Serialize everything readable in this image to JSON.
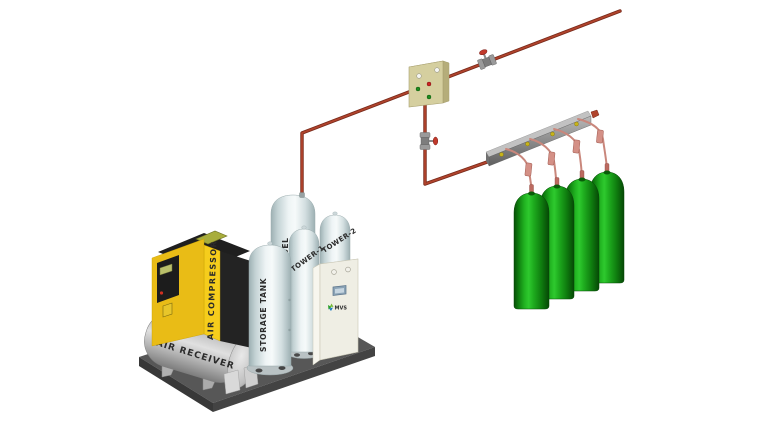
{
  "labels": {
    "air_compressor": "AIR COMPRESSOR",
    "air_receiver": "AIR RECEIVER",
    "storage_tank": "STORAGE TANK",
    "vessel": "ESSEL",
    "tower_1": "TOWER-1",
    "tower_2": "TOWER-2",
    "cabinet_logo": "MVS"
  },
  "equipment_counts": {
    "gas_cylinders": 4,
    "manifold_ports": 4,
    "filling_hoses": 4,
    "pipeline_valves": 2,
    "junction_box_lights_white": 2,
    "junction_box_lights_red": 1,
    "junction_box_lights_green": 2
  },
  "colors": {
    "pipe": "#b0432c",
    "pipe_dark": "#76291a",
    "hose": "#c9877c",
    "hose_fitting": "#d49086",
    "cylinder_green": "#1daa1d",
    "compressor_yellow": "#f6cd1c",
    "compressor_front_yellow": "#e9bc16",
    "compressor_dark": "#232323",
    "skid": "#575757",
    "control_box": "#d5cf9f",
    "cabinet": "#efeee4",
    "manifold": "#8c8c8c",
    "manifold_dot": "#c8b419",
    "valve_red": "#c0392b",
    "indicator_green": "#1e8c1e",
    "indicator_red": "#cc2222",
    "tank_light": "#e8f0f1",
    "receiver_gray": "#c6c6c6"
  }
}
